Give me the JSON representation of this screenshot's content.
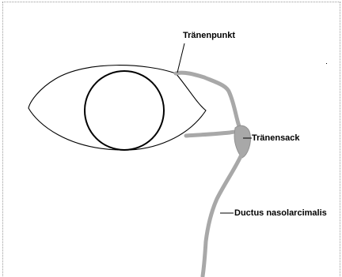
{
  "labels": {
    "punctum": "Tränenpunkt",
    "sac": "Tränensack",
    "duct": "Ductus nasolarcimalis"
  },
  "colors": {
    "outline": "#000000",
    "duct_fill": "#a8a8a8",
    "frame": "#9a9a9a"
  }
}
